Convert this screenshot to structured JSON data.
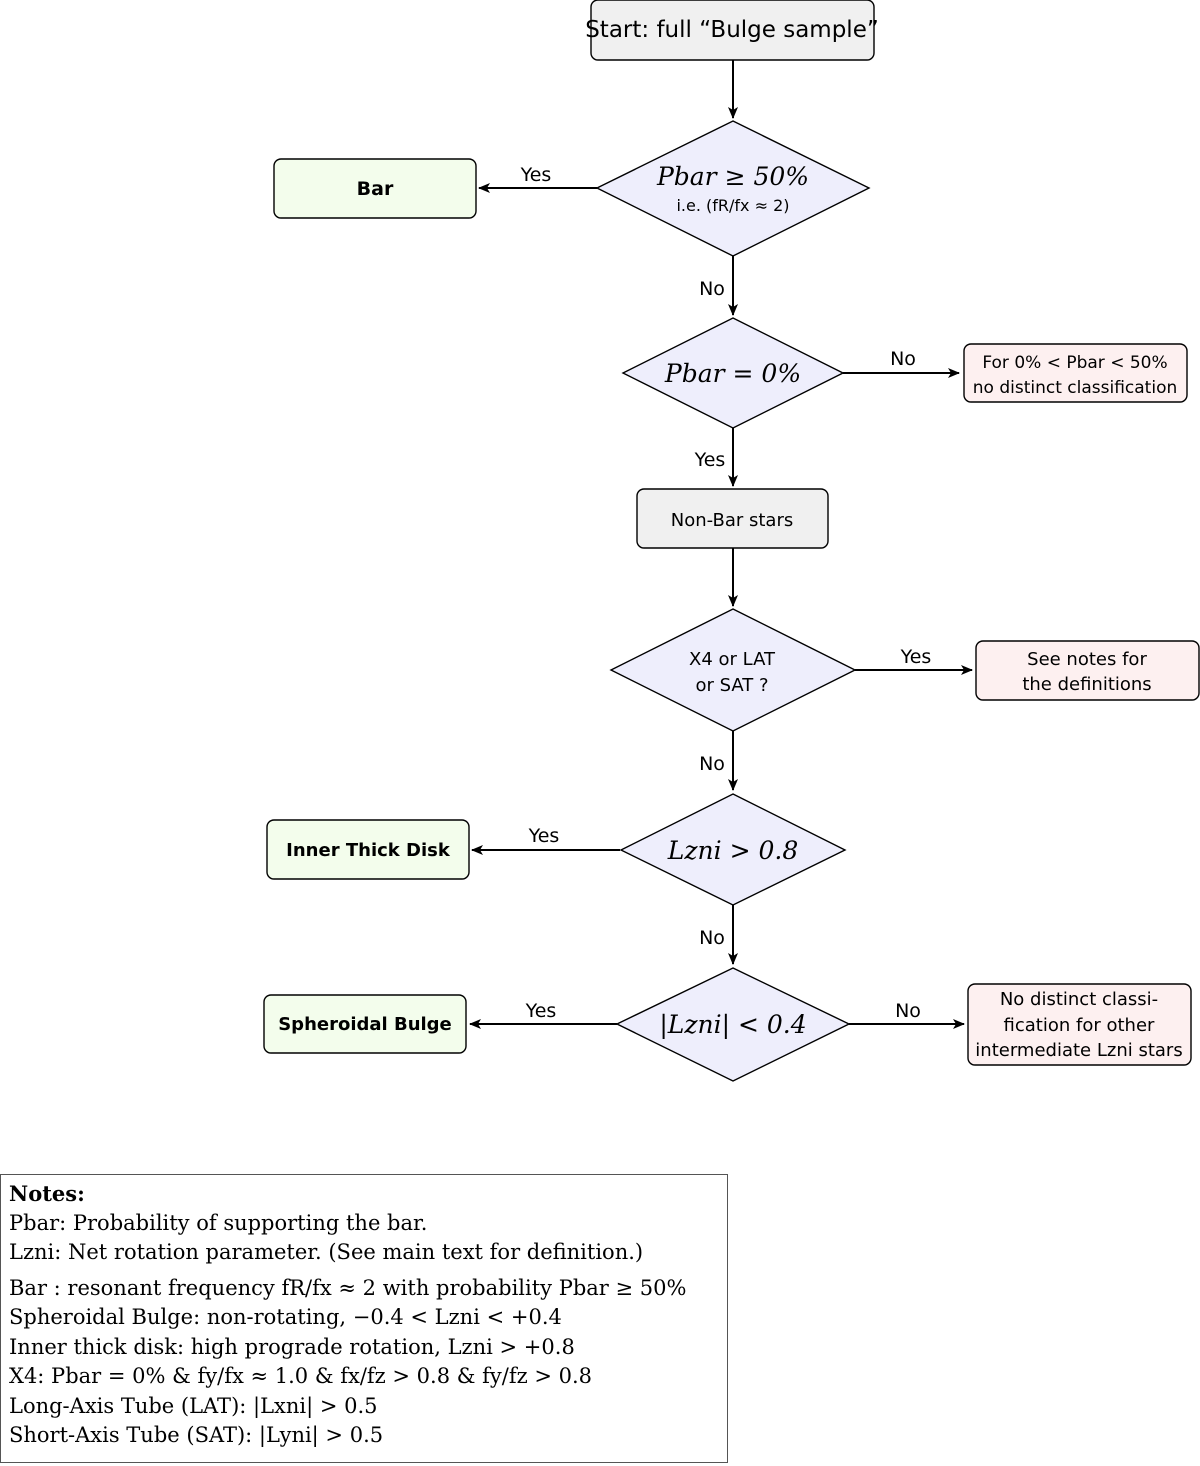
{
  "nodes": {
    "start": "Start: full “Bulge sample”",
    "bar": "Bar",
    "pbar_ge_50": {
      "main": "Pbar ≥ 50%",
      "sub": "i.e. (fR/fx ≈ 2)"
    },
    "pbar_eq_0": "Pbar = 0%",
    "intermediate_pbar": {
      "line1": "For 0% < Pbar < 50%",
      "line2": "no distinct classification"
    },
    "non_bar": "Non-Bar stars",
    "x4_lat_sat": {
      "line1": "X4 or LAT",
      "line2": "or SAT ?"
    },
    "see_notes": {
      "line1": "See notes for",
      "line2": "the definitions"
    },
    "lzni_gt": "Lzni > 0.8",
    "inner_thick_disk": "Inner Thick Disk",
    "lzni_abs_lt": "|Lzni| < 0.4",
    "spheroidal_bulge": "Spheroidal Bulge",
    "no_distinct_other": {
      "line1": "No distinct classi-",
      "line2": "fication for other",
      "line3": "intermediate Lzni stars"
    }
  },
  "edge_labels": {
    "yes": "Yes",
    "no": "No"
  },
  "notes": {
    "title": "Notes:",
    "pbar_def": "Pbar: Probability of supporting the bar.",
    "lzni_def": "Lzni: Net rotation parameter. (See main text for definition.)",
    "bar_def": "Bar : resonant frequency fR/fx ≈ 2 with probability Pbar ≥ 50%",
    "spheroidal_def": "Spheroidal Bulge: non-rotating, −0.4 < Lzni < +0.4",
    "thick_disk_def": "Inner thick disk: high prograde rotation, Lzni > +0.8",
    "x4_def": "X4: Pbar = 0% & fy/fx ≈ 1.0 & fx/fz > 0.8 & fy/fz > 0.8",
    "lat_def": "Long-Axis Tube (LAT): |Lxni| > 0.5",
    "sat_def": "Short-Axis Tube (SAT): |Lyni| > 0.5"
  }
}
